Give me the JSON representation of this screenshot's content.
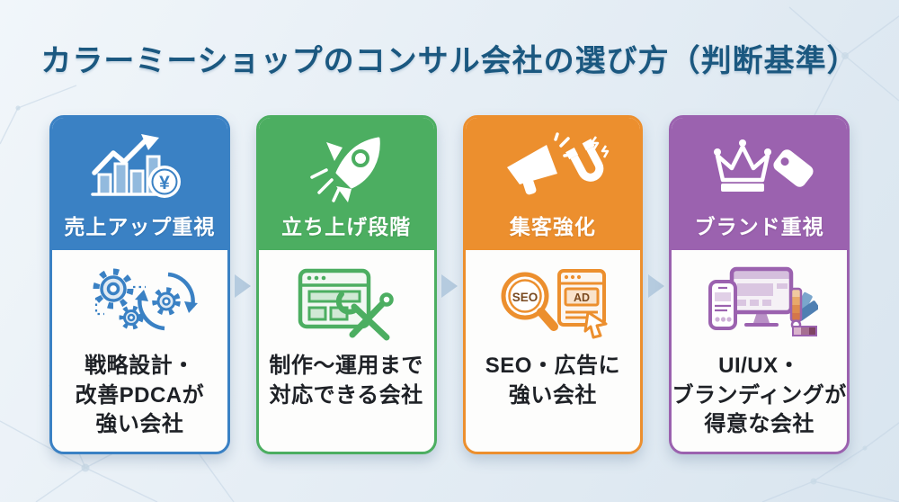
{
  "title": "カラーミーショップのコンサル会社の選び方（判断基準）",
  "title_color": "#1b5880",
  "arrow_color": "#b5cbdf",
  "background_color": "#e4edf4",
  "cards": [
    {
      "theme_color": "#3a81c4",
      "header": {
        "label": "売上アップ重視",
        "icon": "sales-growth-chart-yen-icon",
        "coin_symbol": "¥"
      },
      "body": {
        "icon": "pdca-gears-cycle-icon",
        "lines": [
          "戦略設計・",
          "改善PDCAが",
          "強い会社"
        ]
      }
    },
    {
      "theme_color": "#4cae61",
      "header": {
        "label": "立ち上げ段階",
        "icon": "rocket-launch-icon"
      },
      "body": {
        "icon": "website-build-tools-icon",
        "lines": [
          "制作〜運用まで",
          "対応できる会社"
        ]
      }
    },
    {
      "theme_color": "#ec8f2e",
      "header": {
        "label": "集客強化",
        "icon": "megaphone-magnet-icon"
      },
      "body": {
        "icon": "seo-ad-search-icon",
        "seo_label": "SEO",
        "ad_label": "AD",
        "lines": [
          "SEO・広告に",
          "強い会社"
        ]
      }
    },
    {
      "theme_color": "#9b62af",
      "header": {
        "label": "ブランド重視",
        "icon": "crown-price-tag-icon"
      },
      "body": {
        "icon": "devices-branding-swatches-icon",
        "lines": [
          "UI/UX・",
          "ブランディングが",
          "得意な会社"
        ]
      }
    }
  ]
}
